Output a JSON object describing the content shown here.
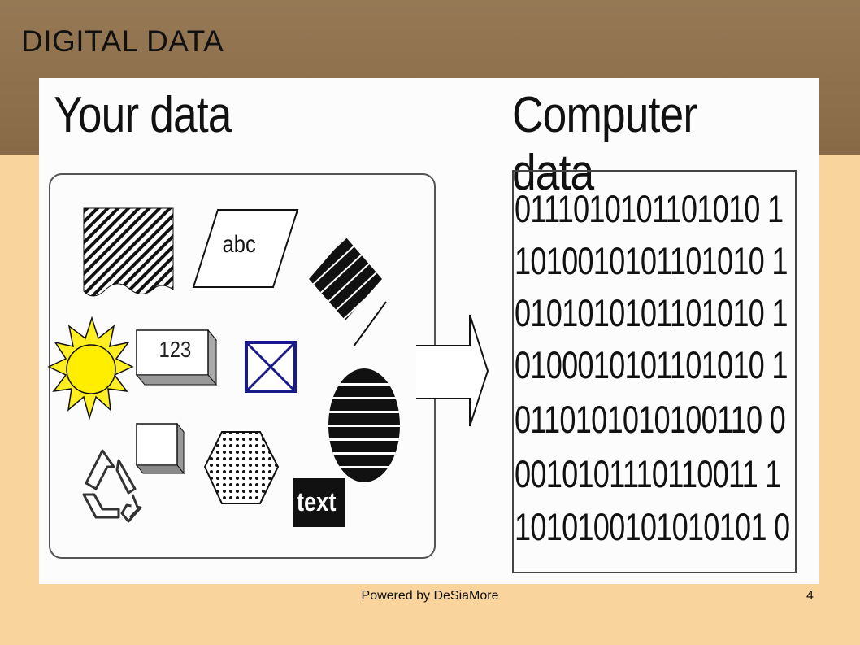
{
  "slide": {
    "title": "DIGITAL DATA",
    "footer": "Powered by DeSiaMore",
    "page_number": "4"
  },
  "diagram": {
    "left_heading": "Your data",
    "right_heading": "Computer data",
    "left_items": {
      "parallelogram_text": "abc",
      "box_text": "123",
      "text_label": "text"
    },
    "binary_rows": [
      "0111010101101010 1",
      "1010010101101010 1",
      "0101010101101010 1",
      "0100010101101010 1",
      "0110101010100110 0",
      "0010101110110011 1",
      "1010100101010101 0"
    ]
  }
}
